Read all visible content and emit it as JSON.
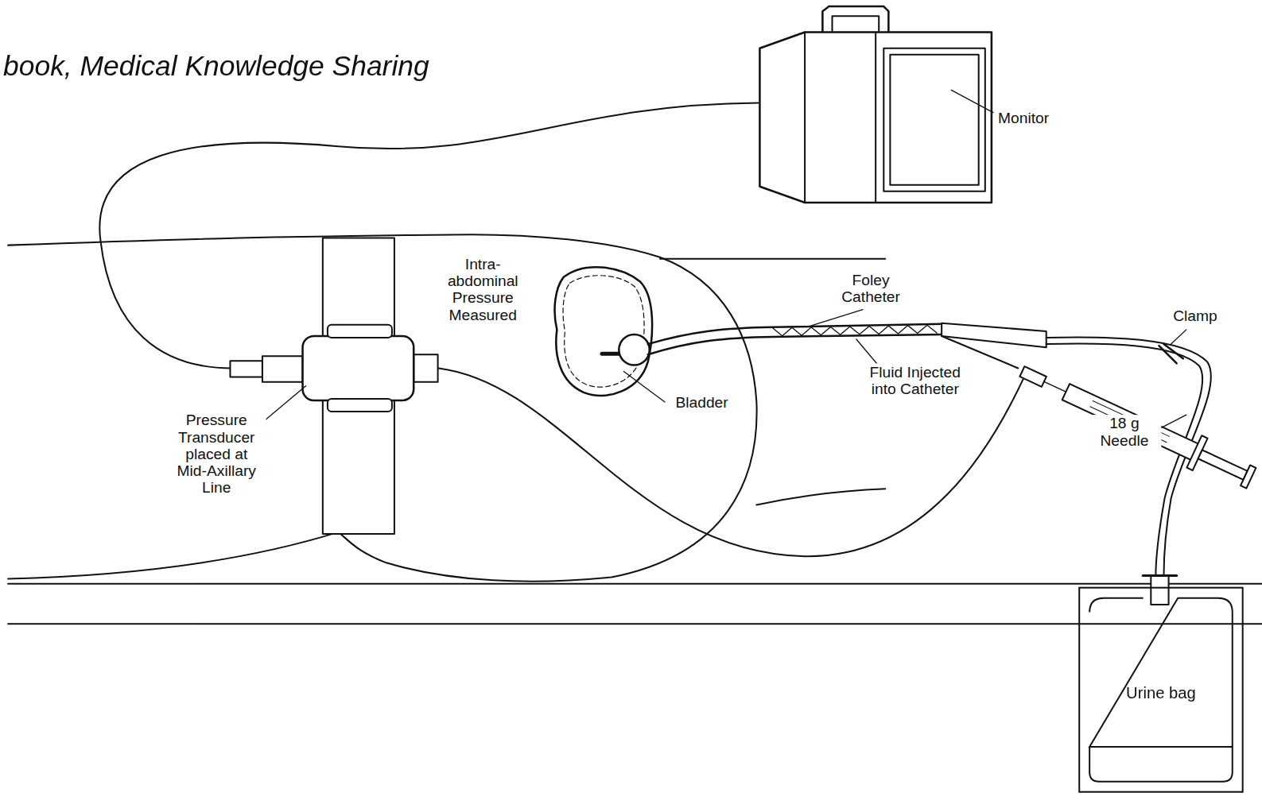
{
  "diagram": {
    "nodes": [
      {
        "text": [
          "Urine bag"
        ]
      }
    ],
    "labels": [
      "book, Medical Knowledge Sharing",
      "Monitor",
      "Intra-abdominal Pressure Measured",
      "Foley Catheter",
      "Clamp",
      "Fluid Injected into Catheter",
      "Bladder",
      "Pressure Transducer placed at Mid-Axillary Line",
      "18 g Needle"
    ]
  }
}
